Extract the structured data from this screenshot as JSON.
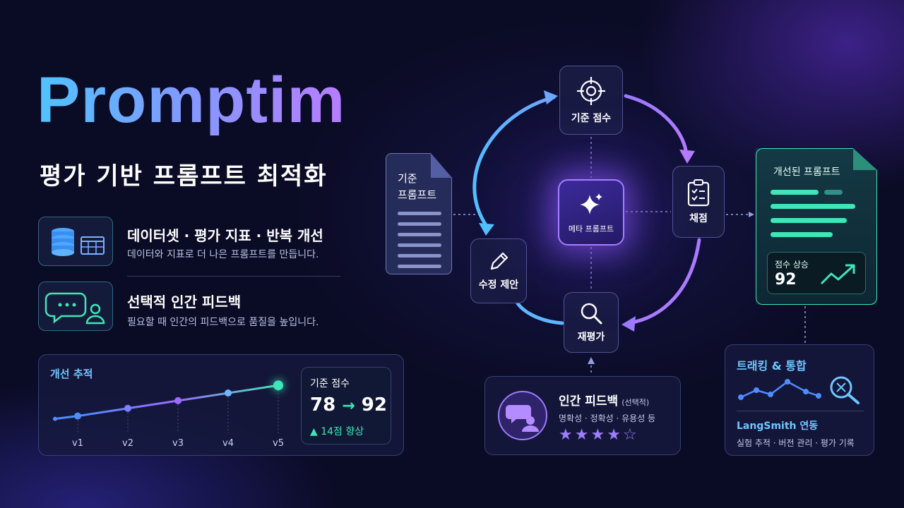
{
  "brand": "Promptim",
  "subtitle": "평가 기반 프롬프트 최적화",
  "features": [
    {
      "icon": "database-table-icon",
      "title": "데이터셋 · 평가 지표 · 반복 개선",
      "desc": "데이터와 지표로 더 나은 프롬프트를 만듭니다."
    },
    {
      "icon": "chat-person-icon",
      "title": "선택적 인간 피드백",
      "desc": "필요할 때 인간의 피드백으로 품질을 높입니다."
    }
  ],
  "cycle": {
    "top": "기준 점수",
    "right": "채점",
    "bottom": "재평가",
    "left": "수정 제안",
    "center": "메타 프롬프트"
  },
  "baseline_doc": {
    "line1": "기준",
    "line2": "프롬프트"
  },
  "improved_doc": {
    "title": "개선된 프롬프트",
    "score_label": "점수 상승",
    "score_value": "92"
  },
  "human_feedback": {
    "title": "인간 피드백",
    "title_note": "(선택적)",
    "desc": "명확성 · 정확성 · 유용성 등",
    "rating": 4,
    "max_rating": 5
  },
  "tracking": {
    "title": "트래킹 & 통합",
    "subtitle": "LangSmith 연동",
    "desc": "실험 추적 · 버전 관리 · 평가 기록"
  },
  "progress": {
    "title": "개선 추적",
    "box_title": "기준 점수",
    "from": "78",
    "arrow": "→",
    "to": "92",
    "delta": "▲ 14점 향상"
  },
  "chart_data": {
    "type": "line",
    "title": "개선 추적",
    "categories": [
      "v1",
      "v2",
      "v3",
      "v4",
      "v5"
    ],
    "values": [
      78,
      81.5,
      85,
      88.5,
      92
    ],
    "ylim": [
      74,
      94
    ],
    "grid": false
  },
  "colors": {
    "cyan": "#4fc3ff",
    "purple": "#a77dff",
    "teal": "#3ee6b8",
    "background": "#0a0b24"
  }
}
